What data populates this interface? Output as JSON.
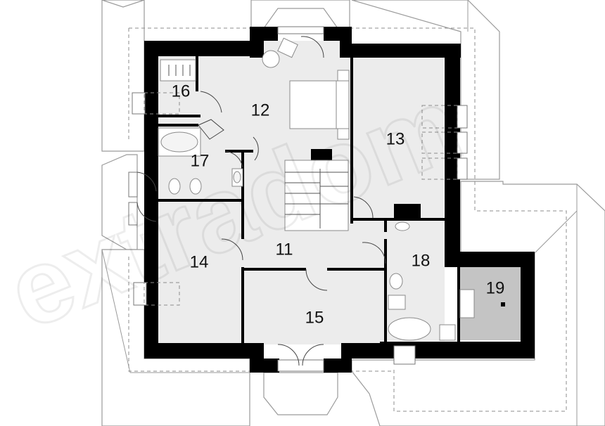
{
  "plan": {
    "watermark": "extradom",
    "rooms": [
      {
        "id": "12",
        "label": "12"
      },
      {
        "id": "13",
        "label": "13"
      },
      {
        "id": "16",
        "label": "16"
      },
      {
        "id": "17",
        "label": "17"
      },
      {
        "id": "11",
        "label": "11"
      },
      {
        "id": "14",
        "label": "14"
      },
      {
        "id": "18",
        "label": "18"
      },
      {
        "id": "19",
        "label": "19"
      },
      {
        "id": "15",
        "label": "15"
      }
    ]
  }
}
